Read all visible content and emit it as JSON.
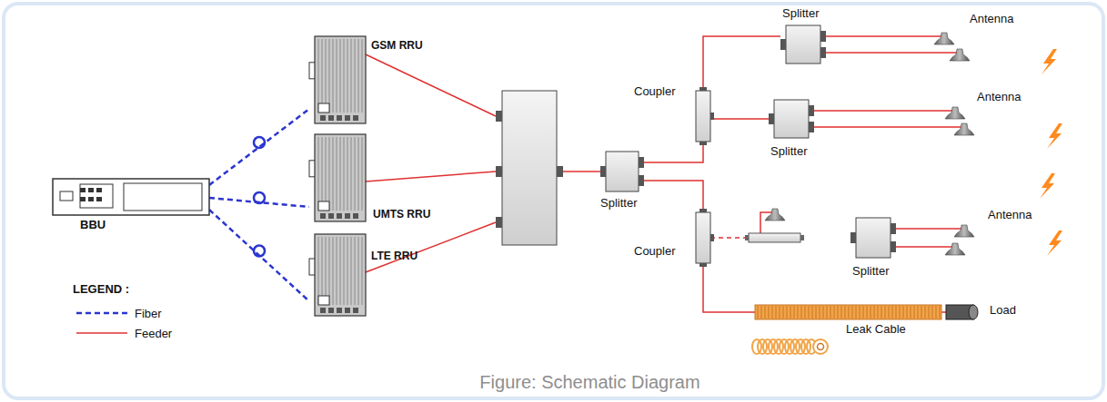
{
  "diagram": {
    "caption": "Figure: Schematic Diagram",
    "nodes": [
      {
        "text": [
          "BBU"
        ]
      },
      {
        "text": [
          "GSM RRU"
        ]
      },
      {
        "text": [
          "UMTS RRU"
        ]
      },
      {
        "text": [
          "LTE RRU"
        ]
      },
      {
        "text": [
          "Splitter"
        ]
      },
      {
        "text": [
          "Coupler"
        ]
      },
      {
        "text": [
          "Splitter"
        ]
      },
      {
        "text": [
          "Splitter"
        ]
      },
      {
        "text": [
          "Coupler"
        ]
      },
      {
        "text": [
          "Splitter"
        ]
      },
      {
        "text": [
          "Leak Cable"
        ]
      },
      {
        "text": [
          "Load"
        ]
      }
    ],
    "edges": [
      {
        "from": 0,
        "to": 1,
        "arrow": "none"
      },
      {
        "from": 0,
        "to": 2,
        "arrow": "none"
      },
      {
        "from": 0,
        "to": 3,
        "arrow": "none"
      },
      {
        "from": 4,
        "to": 5,
        "arrow": "none"
      },
      {
        "from": 4,
        "to": 8,
        "arrow": "none"
      },
      {
        "from": 5,
        "to": 6,
        "arrow": "none"
      },
      {
        "from": 5,
        "to": 7,
        "arrow": "none"
      },
      {
        "from": 8,
        "to": 9,
        "arrow": "none"
      },
      {
        "from": 8,
        "to": 10,
        "arrow": "none"
      },
      {
        "from": 10,
        "to": 11,
        "arrow": "none"
      }
    ],
    "labels": [
      "Antenna",
      "Antenna",
      "Antenna",
      "LEGEND :"
    ],
    "legend": [
      {
        "text": "Fiber"
      },
      {
        "text": "Feeder"
      }
    ]
  }
}
